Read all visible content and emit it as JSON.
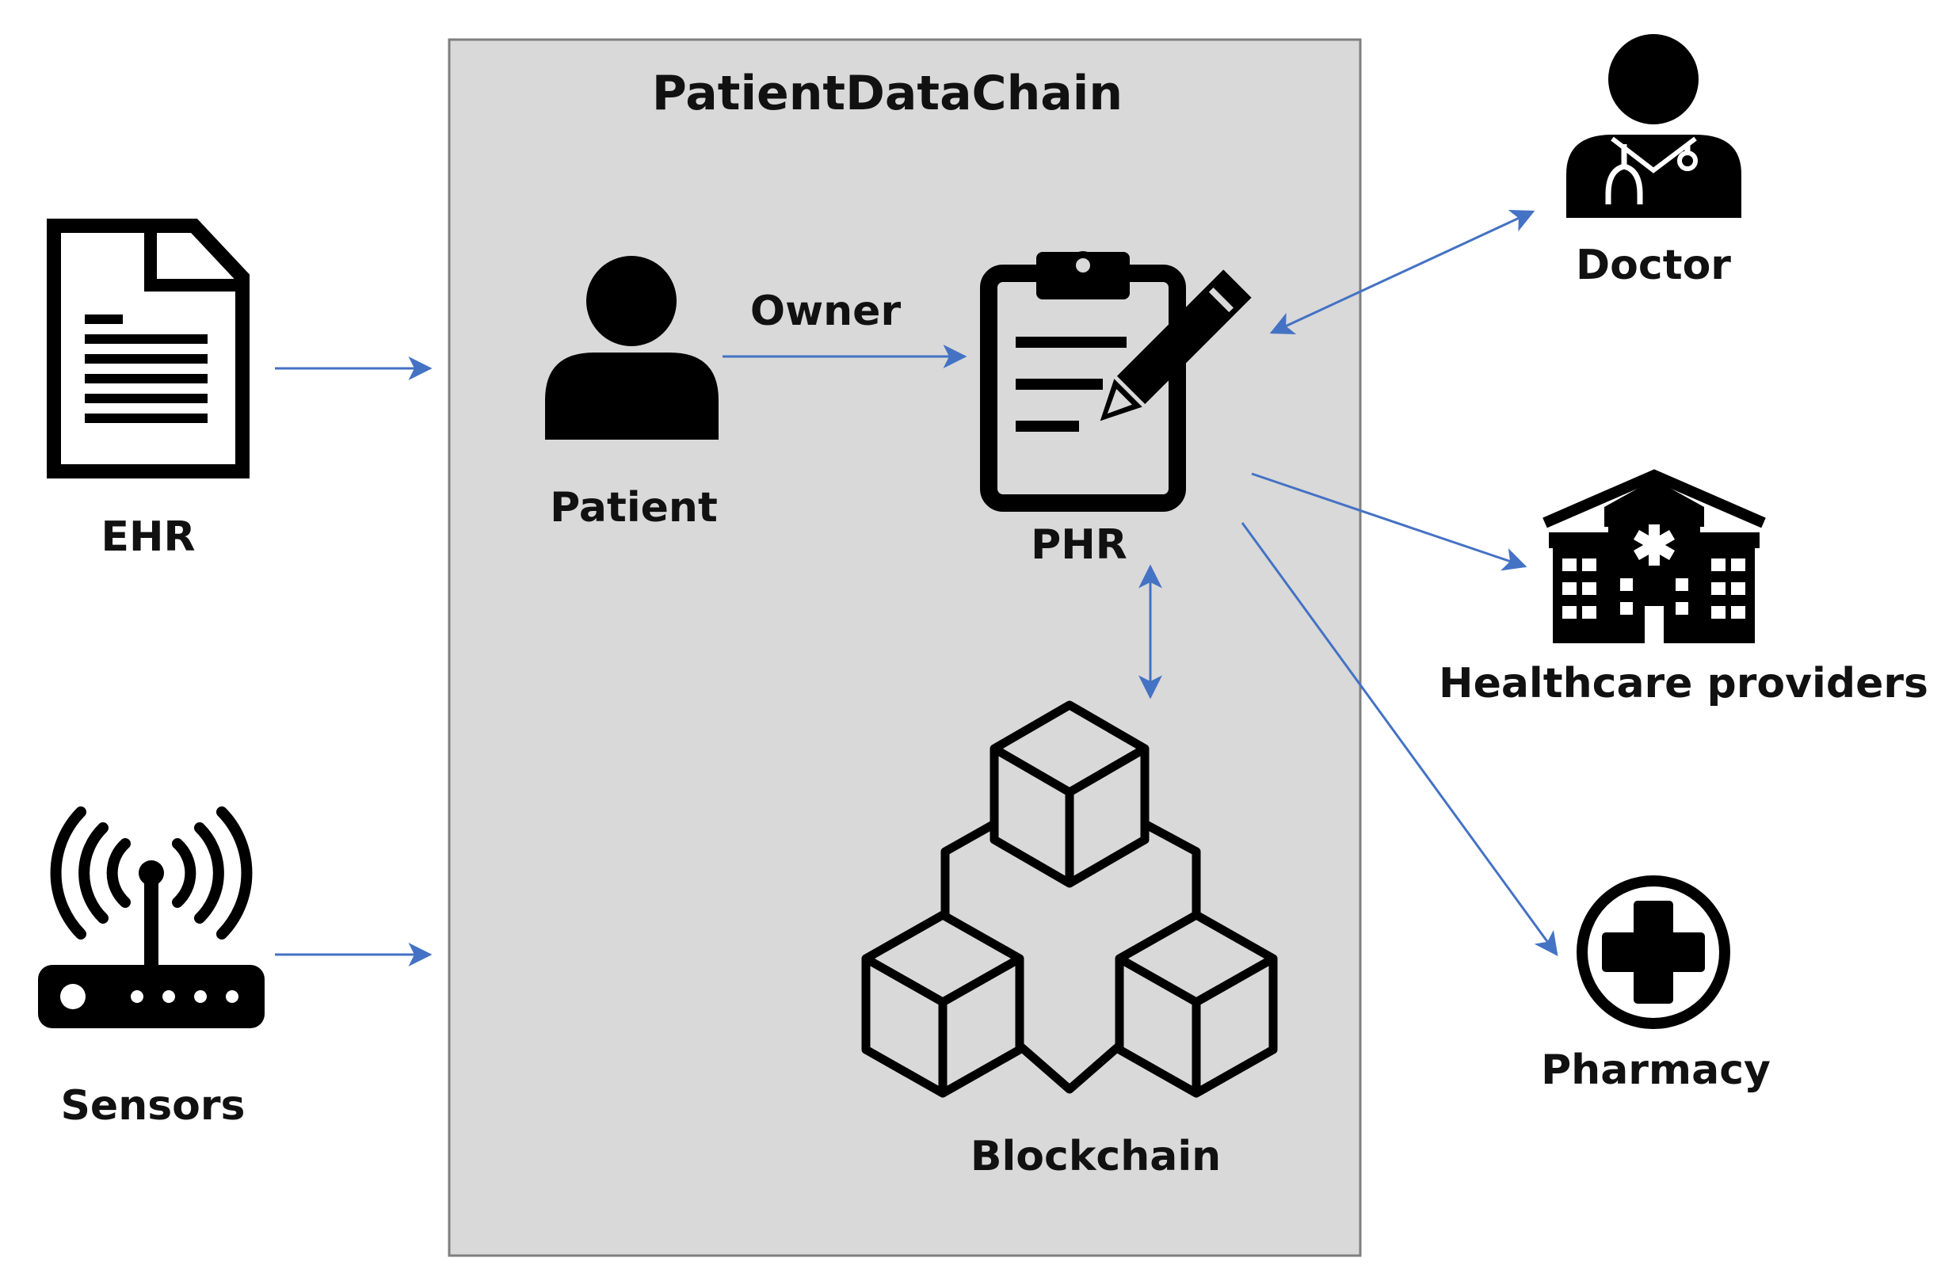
{
  "title": "PatientDataChain",
  "labels": {
    "ehr": "EHR",
    "sensors": "Sensors",
    "patient": "Patient",
    "owner": "Owner",
    "phr": "PHR",
    "blockchain": "Blockchain",
    "doctor": "Doctor",
    "healthcare": "Healthcare providers",
    "pharmacy": "Pharmacy"
  },
  "colors": {
    "arrow": "#4472C4",
    "container_fill": "#D9D9D9",
    "container_border": "#7F7F7F",
    "icon": "#000000"
  },
  "icons": {
    "ehr": "document-icon",
    "sensors": "wifi-router-icon",
    "patient": "person-icon",
    "phr": "clipboard-pencil-icon",
    "blockchain": "blockchain-cubes-icon",
    "doctor": "doctor-icon",
    "healthcare": "hospital-icon",
    "pharmacy": "medical-cross-icon"
  }
}
